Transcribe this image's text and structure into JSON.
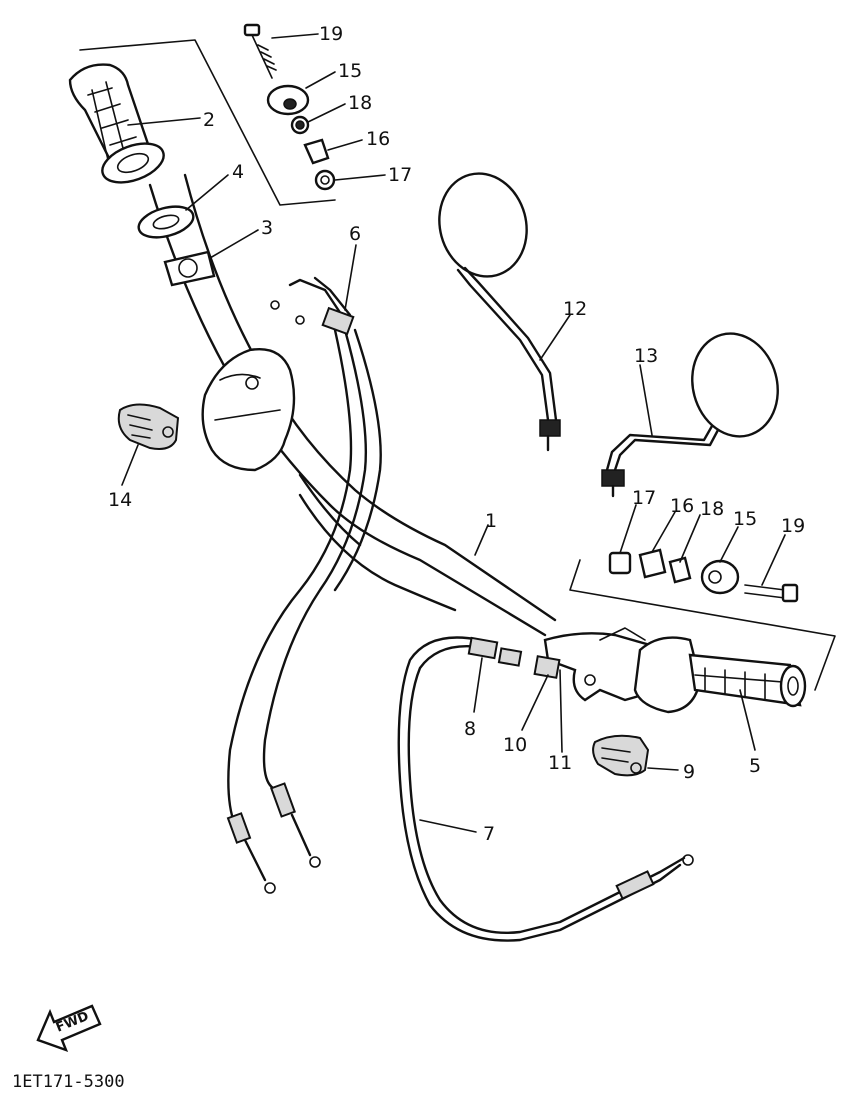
{
  "labels": {
    "p1": "1",
    "p2": "2",
    "p3": "3",
    "p4": "4",
    "p5": "5",
    "p6": "6",
    "p7": "7",
    "p8": "8",
    "p9": "9",
    "p10": "10",
    "p11": "11",
    "p12": "12",
    "p13": "13",
    "p14": "14",
    "p15a": "15",
    "p16a": "16",
    "p17a": "17",
    "p18a": "18",
    "p19a": "19",
    "p15b": "15",
    "p16b": "16",
    "p17b": "17",
    "p18b": "18",
    "p19b": "19"
  },
  "fwd_label": "FWD",
  "drawing_code": "1ET171-5300"
}
